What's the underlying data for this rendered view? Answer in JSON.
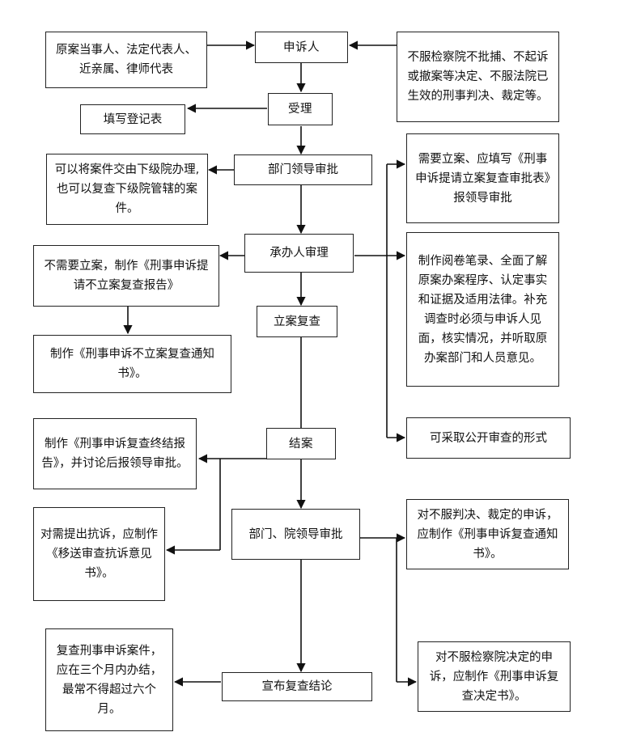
{
  "center": {
    "appellant": "申诉人",
    "accept": "受理",
    "dept_review": "部门领导审批",
    "handler_review": "承办人审理",
    "file_review": "立案复查",
    "close_case": "结案",
    "leader_approve": "部门、院领导审批",
    "announce": "宣布复查结论"
  },
  "left": {
    "parties": "原案当事人、法定代表人、近亲属、律师代表",
    "register": "填写登记表",
    "delegate": "可以将案件交由下级院办理,也可以复查下级院管辖的案件。",
    "no_file_report": "不需要立案，制作《刑事申诉提请不立案复查报告》",
    "no_file_notice": "制作《刑事申诉不立案复查通知书》。",
    "final_report": "制作《刑事申诉复查终结报告》，并讨论后报领导审批。",
    "protest": "对需提出抗诉，应制作《移送审查抗诉意见书》。",
    "deadline": "复查刑事申诉案件，应在三个月内办结，最常不得超过六个月。"
  },
  "right": {
    "grounds": "不服检察院不批捕、不起诉或撤案等决定、不服法院已生效的刑事判决、裁定等。",
    "need_file": "需要立案、应填写《刑事申诉提请立案复查审批表》报领导审批",
    "procedure": "制作阅卷笔录、全面了解原案办案程序、认定事实和证据及适用法律。补充调查时必须与申诉人见面，核实情况，并听取原办案部门和人员意见。",
    "public_review": "可采取公开审查的形式",
    "court_notice": "对不服判决、裁定的申诉，应制作《刑事申诉复查通知书》。",
    "procuratorate_decision": "对不服检察院决定的申诉，应制作《刑事申诉复查决定书》。"
  }
}
